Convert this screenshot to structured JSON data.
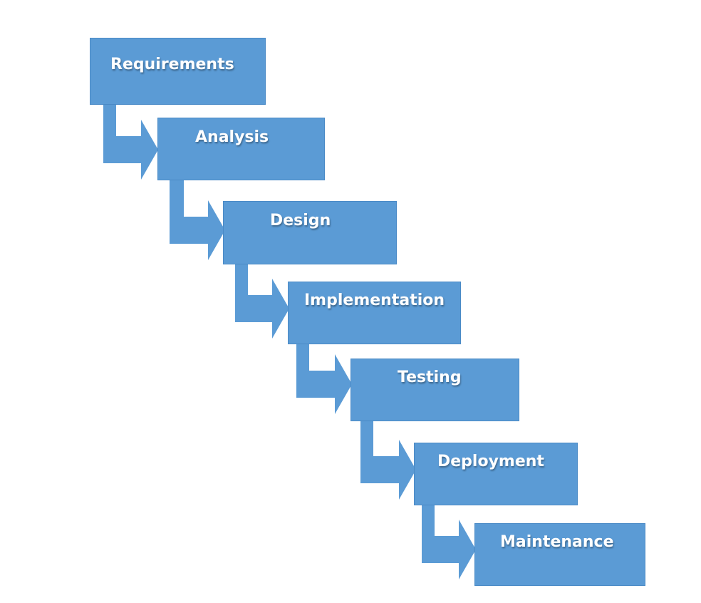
{
  "diagram": {
    "box_fill": "#5b9bd5",
    "box_border": "#4a8ac6",
    "arrow_fill": "#5b9bd5",
    "text_color": "#ffffff",
    "stages": [
      {
        "label": "Requirements"
      },
      {
        "label": "Analysis"
      },
      {
        "label": "Design"
      },
      {
        "label": "Implementation"
      },
      {
        "label": "Testing"
      },
      {
        "label": "Deployment"
      },
      {
        "label": "Maintenance"
      }
    ]
  }
}
